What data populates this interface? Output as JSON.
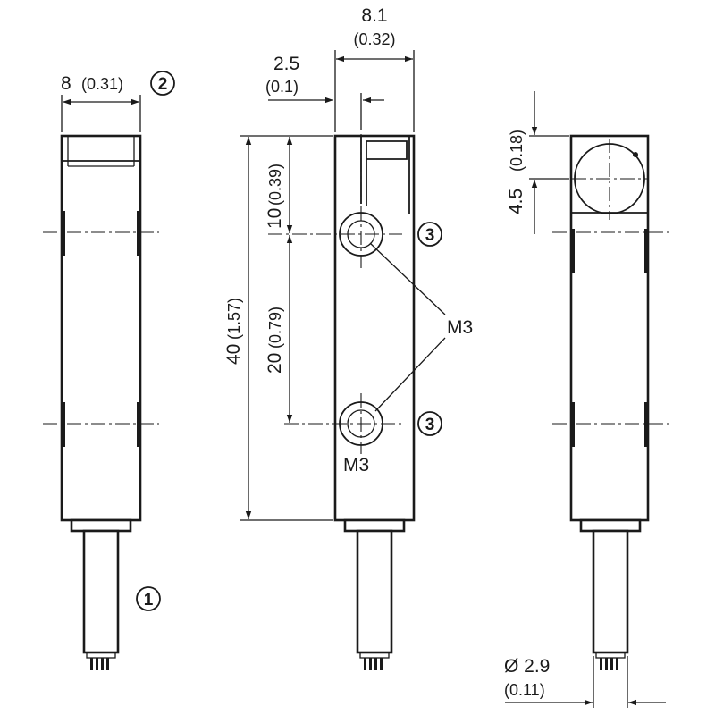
{
  "dimensions": {
    "width_8": "8",
    "width_8_in": "(0.31)",
    "width_8_1": "8.1",
    "width_8_1_in": "(0.32)",
    "offset_2_5": "2.5",
    "offset_2_5_in": "(0.1)",
    "length_40": "40",
    "length_40_in": "(1.57)",
    "pos_10": "10",
    "pos_10_in": "(0.39)",
    "spacing_20": "20",
    "spacing_20_in": "(0.79)",
    "height_4_5": "4.5",
    "height_4_5_in": "(0.18)",
    "diameter_2_9": "Ø 2.9",
    "diameter_2_9_in": "(0.11)"
  },
  "labels": {
    "thread_main": "M3",
    "thread_hole": "M3"
  },
  "callouts": {
    "cable": "1",
    "width": "2",
    "hole_top": "3",
    "hole_bottom": "3"
  }
}
